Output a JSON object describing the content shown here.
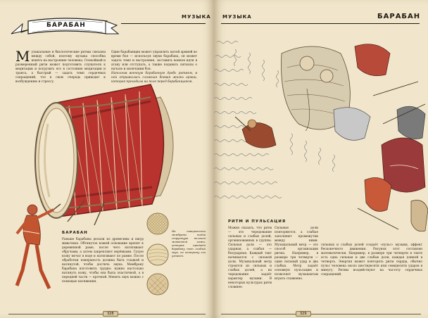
{
  "left_page": {
    "banner_title": "БАРАБАН",
    "header_right": "МУЗЫКА",
    "intro_text": "узыкальные и биологические ритмы связаны между собой, поэтому музыка способна влиять на настроение человека. Спокойный и размеренный ритм может подготовить слушателя к медитации и погрузить его в состояние медитации и транса, а быстрый — задать темп сердечных сокращений, что в свою очередь приводит к возбуждению и стрессу.",
    "intro_dropcap": "М",
    "column2_text": "Один барабанщик может управлять целой армией во время боя — используя звуки барабана, он может задать темп и настроение, заставить воинов идти в атаку или отступать, а также подавать сигналы о начале и окончании боя.",
    "caption_text": "Наполнив военную барабанную дробь ритмом, в ней отражалась сложная боевая жизнь армии, которая проходила на поле перед барабанщиком.",
    "drum_section_title": "БАРАБАН",
    "drum_section_text": "Раньше барабаны делали из древесины и шкур животных. Обтянутое кожей основание крепят к деревянной раме, после чего натягивают обручами, а затем закрепляют верёвками. Сухую кожу мочат в воде и натягивают по рамке. После обработки поверхность должна быть гладкой и натянутой, чтобы достичь звука. Мембрану барабана изготовить трудно: нужно настолько натянуть кожу, чтобы она была эластичной, а в передней части — прочной. Менять звук можно с помощью натяжения.",
    "side_caption": "На поверхности мембраны видна структура волокон животной кожи, которая придаёт барабану тот особый звук, по которому его узнают.",
    "page_number": "328"
  },
  "right_page": {
    "header_left": "МУЗЫКА",
    "banner_title": "БАРАБАН",
    "rhythm_title": "РИТМ И ПУЛЬСАЦИЯ",
    "rhythm_text_col1": "Можно сказать, что ритм — это чередование сильных и слабых долей, организованных в группы. Сильная доля — это ударная, а слабая — безударная. Каждый такт начинается с сильной доли. Музыкальный метр строится из сильных и слабых долей, а их чередование задаёт характер музыки. В некоторых культурах ритм сложнее.",
    "rhythm_text_col2": "Сильные доли повторяются, а слабые заполняют промежутки между ними. Музыкальный метр — это способ организации ритма. Например, в размере три четверти — один сильный удар и два слабых. Метр задаёт основную пульсацию и позволяет музыкантам играть слаженно.",
    "right_text_col3": "сильных и слабых долей создаёт «пульс» музыки, эффект бесконечного движения. Рисунок этот составлен математически. Например, в размере три четверти в такте есть одна сильная и две слабые доли, каждая длиной в четверть. Энергия может повторять ритм сердца, обычно пульс человека около шестидесяти или семидесяти ударов в минуту. Ритмы воздействуют на частоту сердечных сокращений.",
    "page_number": "329"
  },
  "colors": {
    "paper": "#f1e6cb",
    "drum_red": "#b8322e",
    "drum_dark": "#6e1a18",
    "rope": "#c9b58a",
    "ink": "#1e1a14",
    "wave": "#8a8a8a"
  }
}
